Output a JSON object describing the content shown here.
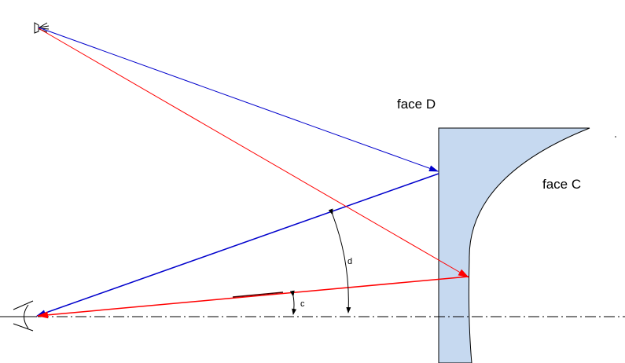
{
  "labels": {
    "face_d": "face D",
    "face_c": "face C",
    "angle_d": "d",
    "angle_c": "c"
  },
  "colors": {
    "blue_ray": "#0000cc",
    "red_ray": "#ff0000",
    "lens_fill": "#c6d9f0",
    "line": "#000000"
  },
  "icons": {
    "light_source": "light-source-icon",
    "eye": "eye-icon"
  }
}
